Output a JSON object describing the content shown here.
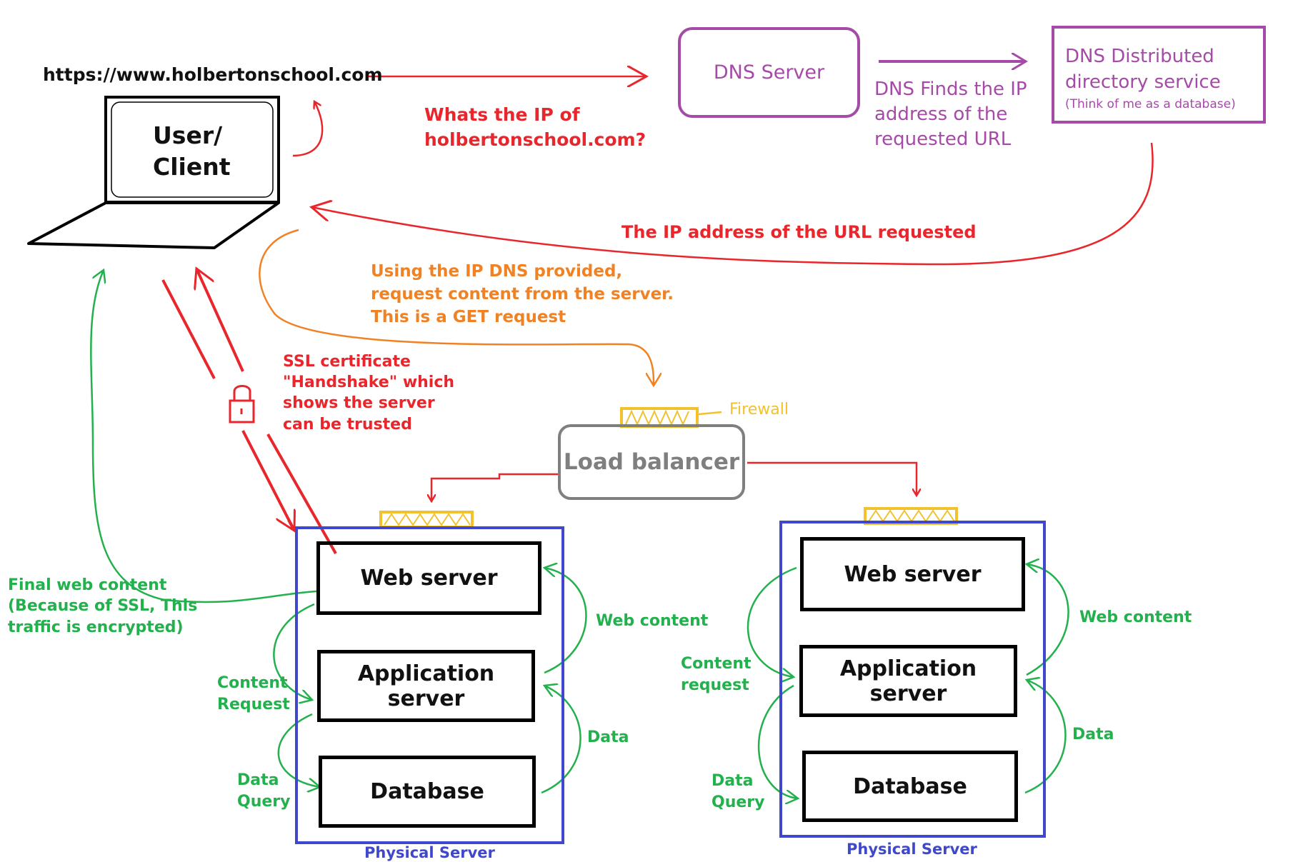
{
  "url": "https://www.holbertonschool.com",
  "client": {
    "label_line1": "User/",
    "label_line2": "Client"
  },
  "dns": {
    "query": {
      "line1": "Whats the IP of",
      "line2": "holbertonschool.com?"
    },
    "server_label": "DNS Server",
    "finds": {
      "line1": "DNS Finds the IP",
      "line2": "address of the",
      "line3": "requested URL"
    },
    "directory": {
      "line1": "DNS Distributed",
      "line2": "directory service",
      "line3": "(Think of me as a database)"
    },
    "ip_response": "The IP address of the URL requested"
  },
  "get_request": {
    "line1": "Using the IP DNS provided,",
    "line2": "request content from the server.",
    "line3": "This is a GET request"
  },
  "ssl": {
    "line1": "SSL certificate",
    "line2": "\"Handshake\" which",
    "line3": "shows the server",
    "line4": "can be trusted"
  },
  "firewall": "Firewall",
  "load_balancer": "Load balancer",
  "final_content": {
    "line1": "Final web content",
    "line2": "(Because of SSL, This",
    "line3": "traffic is encrypted)"
  },
  "servers": [
    {
      "web": "Web server",
      "app": "Application server",
      "db": "Database",
      "footer": "Physical Server",
      "web_content": "Web content",
      "data": "Data",
      "content_request": {
        "line1": "Content",
        "line2": "Request"
      },
      "data_query": {
        "line1": "Data",
        "line2": "Query"
      }
    },
    {
      "web": "Web server",
      "app": "Application server",
      "db": "Database",
      "footer": "Physical Server",
      "web_content": "Web content",
      "data": "Data",
      "content_request": {
        "line1": "Content",
        "line2": "request"
      },
      "data_query": {
        "line1": "Data",
        "line2": "Query"
      }
    }
  ],
  "colors": {
    "red": "#e8262b",
    "purple": "#a64aa8",
    "orange": "#f08224",
    "green": "#22b14c",
    "gold": "#f2c12e",
    "blue": "#3f48cc",
    "gray": "#7f7f7f"
  }
}
